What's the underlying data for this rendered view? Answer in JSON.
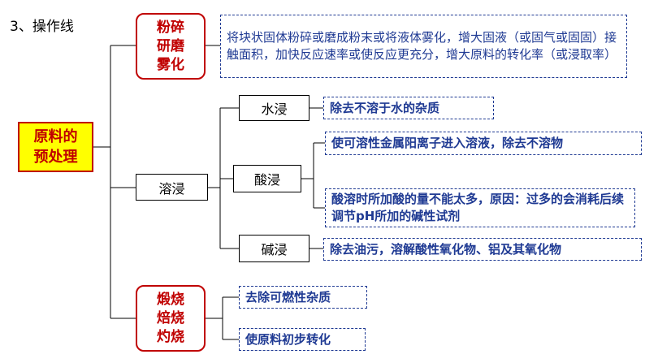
{
  "title": "3、操作线",
  "root": "原料的预处理",
  "branches": {
    "crush": {
      "label": "粉碎研磨雾化",
      "note": "将块状固体粉碎或磨成粉末或将液体雾化，增大固液（或固气或固固）接触面积，加快反应速率或使反应更充分，增大原料的转化率（或浸取率）"
    },
    "leach": {
      "label": "溶浸",
      "water": {
        "label": "水浸",
        "note": "除去不溶于水的杂质"
      },
      "acid": {
        "label": "酸浸",
        "note1": "使可溶性金属阳离子进入溶液，除去不溶物",
        "note2": "酸溶时所加酸的量不能太多，原因：过多的会消耗后续调节pH所加的碱性试剂"
      },
      "alkali": {
        "label": "碱浸",
        "note": "除去油污，溶解酸性氧化物、铝及其氧化物"
      }
    },
    "calcine": {
      "label": "煅烧焙烧灼烧",
      "note1": "去除可燃性杂质",
      "note2": "使原料初步转化"
    }
  },
  "colors": {
    "red": "#c00000",
    "yellow": "#ffff00",
    "blue": "#1f3a93"
  }
}
